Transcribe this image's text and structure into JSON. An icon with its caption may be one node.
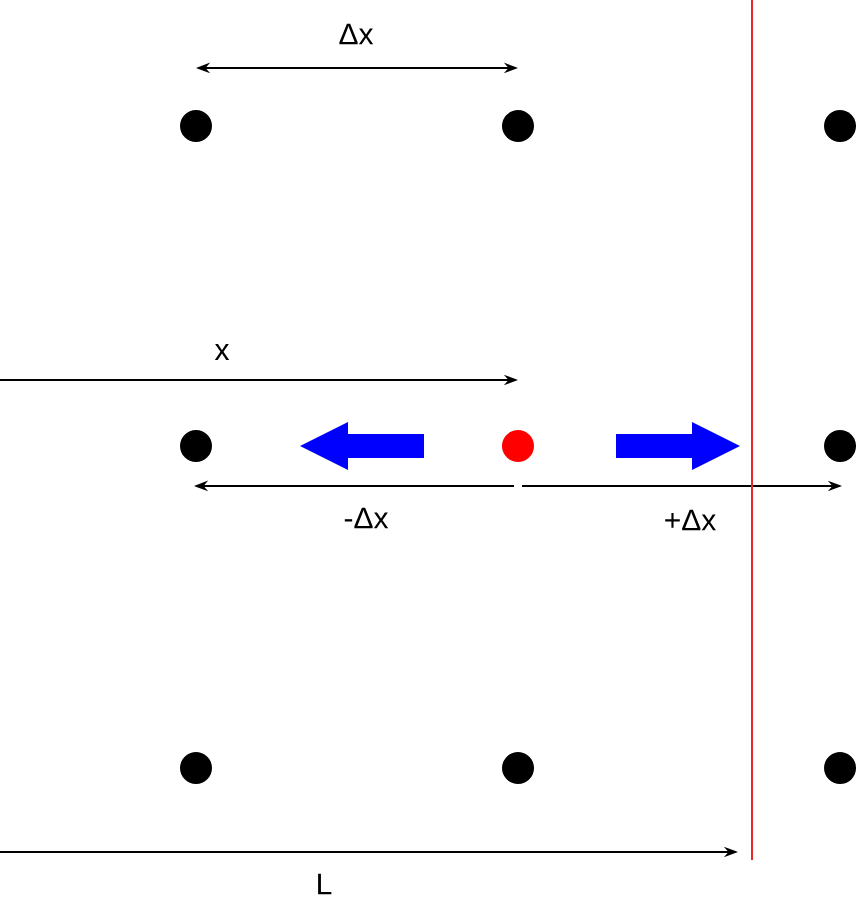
{
  "diagram": {
    "nodes": [
      {
        "text": [],
        "shape": "circle"
      },
      {
        "text": [],
        "shape": "circle"
      },
      {
        "text": [],
        "shape": "circle"
      },
      {
        "text": [],
        "shape": "circle"
      },
      {
        "text": [],
        "shape": "circle"
      },
      {
        "text": [],
        "shape": "circle"
      },
      {
        "text": [],
        "shape": "circle"
      },
      {
        "text": [],
        "shape": "circle"
      },
      {
        "text": [],
        "shape": "circle"
      }
    ],
    "labels": [
      "Δx",
      "x",
      "-Δx",
      "+Δx",
      "L"
    ]
  }
}
